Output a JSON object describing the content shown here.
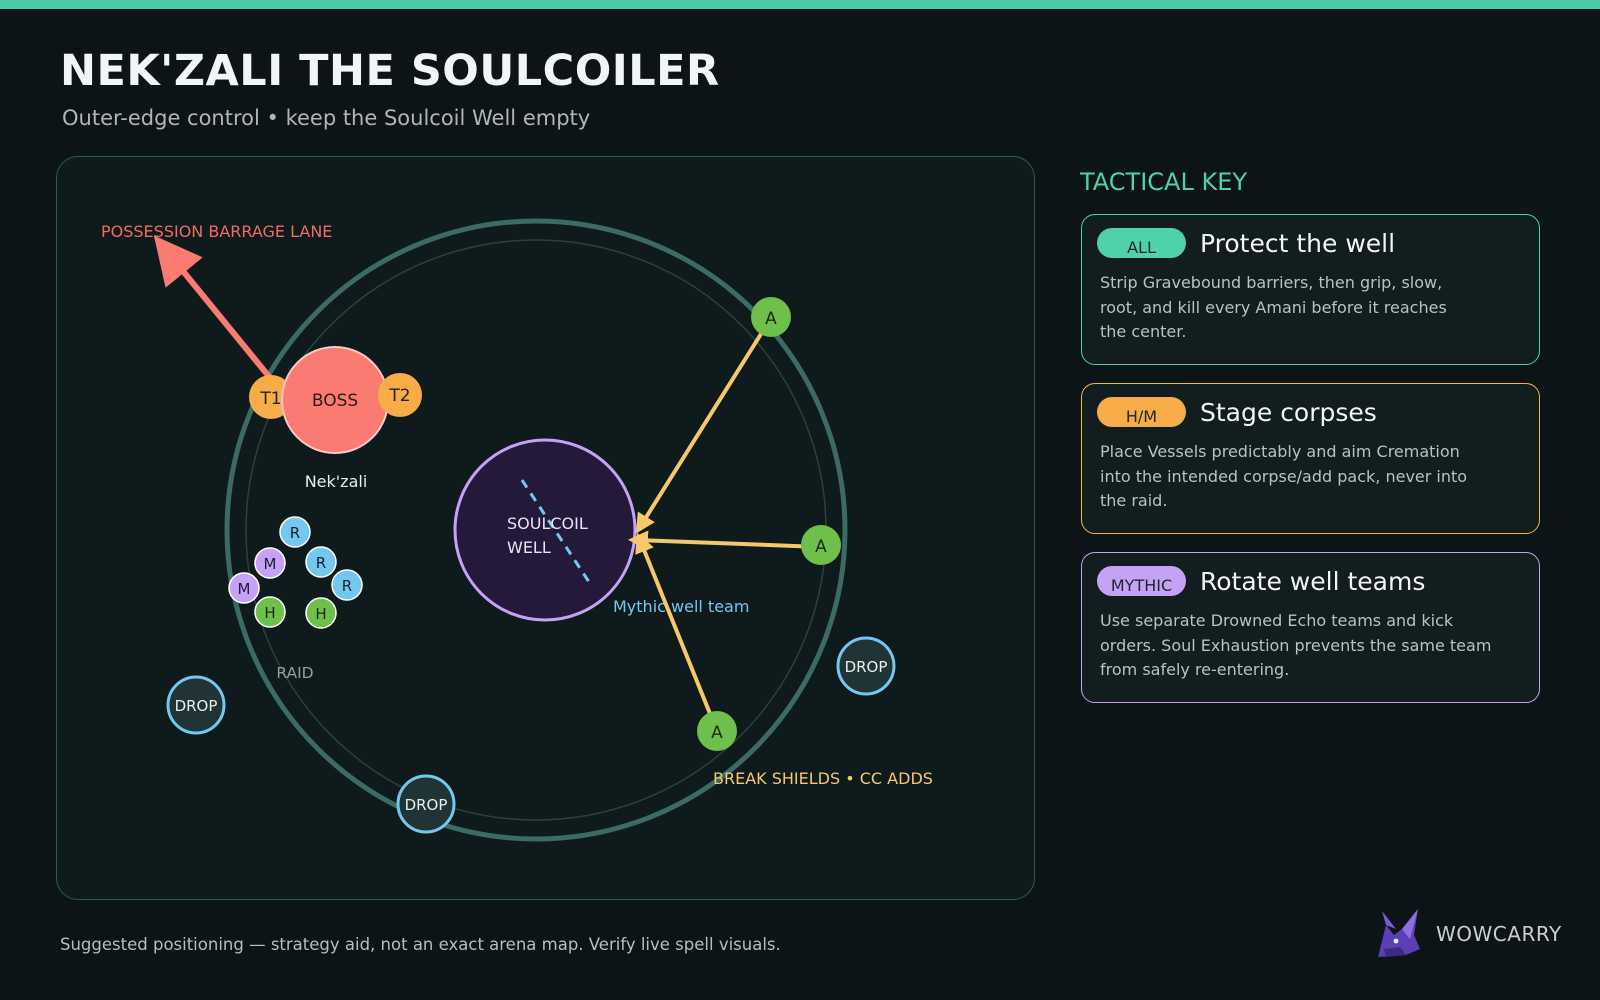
{
  "header": {
    "title": "NEK'ZALI THE SOULCOILER",
    "subtitle": "Outer-edge control • keep the Soulcoil Well empty"
  },
  "map": {
    "barrage_label": "POSSESSION BARRAGE LANE",
    "boss_label": "BOSS",
    "boss_name": "Nek'zali",
    "tank1": "T1",
    "tank2": "T2",
    "well_line1": "SOULCOIL",
    "well_line2": "WELL",
    "mythic_team_label": "Mythic well team",
    "raid_label": "RAID",
    "break_label": "BREAK SHIELDS • CC ADDS",
    "add_label": "A",
    "drop_label": "DROP",
    "raid_members": [
      "R",
      "M",
      "R",
      "M",
      "R",
      "H",
      "H"
    ]
  },
  "key": {
    "heading": "TACTICAL KEY",
    "cards": [
      {
        "badge": "ALL",
        "title": "Protect the well",
        "body": "Strip Gravebound barriers, then grip, slow, root, and kill every Amani before it reaches the center.",
        "color": "#4fd1aa"
      },
      {
        "badge": "H/M",
        "title": "Stage corpses",
        "body": "Place Vessels predictably and aim Cremation into the intended corpse/add pack, never into the raid.",
        "color": "#f7b14d"
      },
      {
        "badge": "MYTHIC",
        "title": "Rotate well teams",
        "body": "Use separate Drowned Echo teams and kick orders. Soul Exhaustion prevents the same team from safely re-entering.",
        "color": "#c6a2f7"
      }
    ]
  },
  "footer": {
    "note": "Suggested positioning — strategy aid, not an exact arena map. Verify live spell visuals.",
    "brand": "WOWCARRY"
  },
  "colors": {
    "accent": "#48c9a8",
    "boss": "#fa7b72",
    "tank": "#f8ac48",
    "add": "#6fbf4b",
    "add_path": "#f5c96b",
    "drop": "#74c7ef",
    "well": "#c6a2f7",
    "healer": "#6fbf4b",
    "ranged": "#74c7ef",
    "melee": "#c6a2f7"
  },
  "icons": {
    "brand_logo": "fox-logo-icon"
  }
}
